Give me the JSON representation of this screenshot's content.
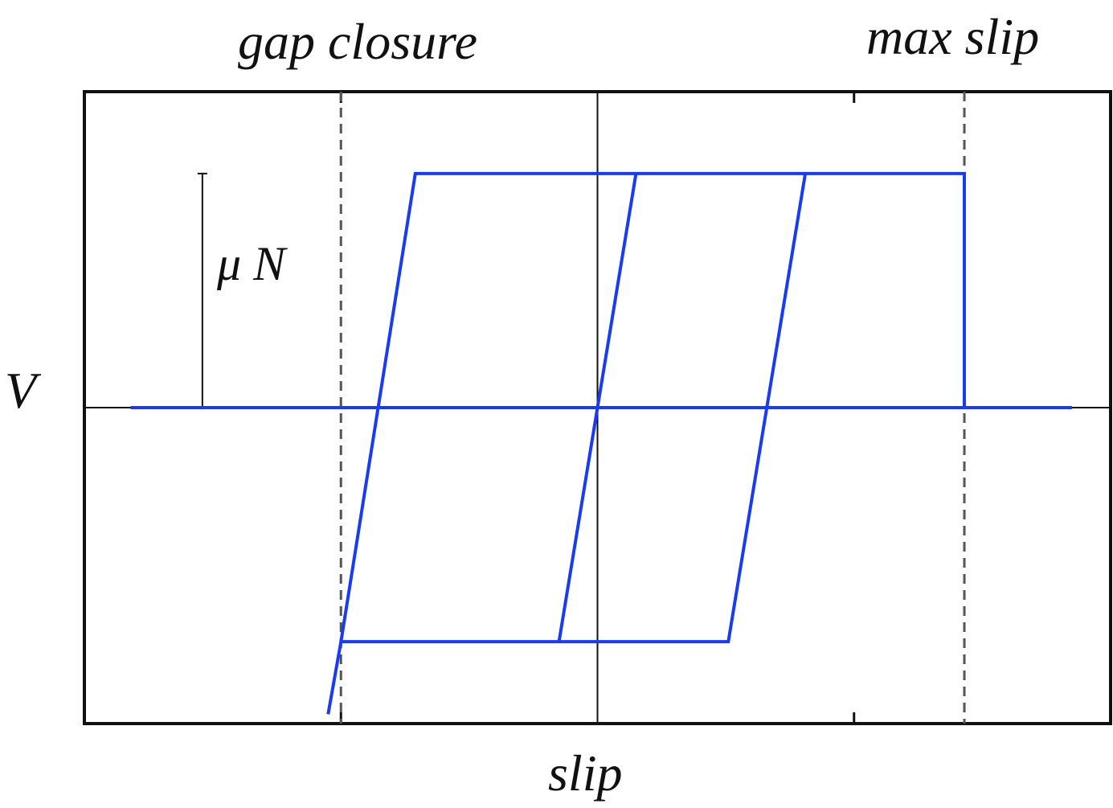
{
  "chart_data": {
    "type": "line",
    "xlabel": "slip",
    "ylabel": "V",
    "annotations": {
      "gap_closure": "gap closure",
      "max_slip": "max slip",
      "friction_limit": "μ N"
    },
    "xlim": [
      -2.0,
      2.0
    ],
    "ylim": [
      -1.35,
      1.35
    ],
    "reference_lines_x": [
      -1.0,
      1.43
    ],
    "friction_limit_value": 1.0,
    "series": [
      {
        "color": "#1a3cf0",
        "points": [
          [
            -1.82,
            0
          ],
          [
            1.43,
            0
          ],
          [
            1.43,
            1.0
          ],
          [
            -0.71,
            1.0
          ],
          [
            -1.0,
            -1.0
          ],
          [
            -0.15,
            -1.0
          ],
          [
            0.15,
            1.0
          ],
          [
            0.81,
            1.0
          ],
          [
            0.51,
            -1.0
          ],
          [
            -1.0,
            -1.0
          ],
          [
            -1.05,
            -1.31
          ]
        ]
      },
      {
        "color": "#1a3cf0",
        "points": [
          [
            1.43,
            0
          ],
          [
            1.85,
            0
          ]
        ]
      }
    ],
    "grid": false,
    "colors": {
      "series": "#1a3cf0",
      "axes": "#111111",
      "reference": "#555555"
    }
  }
}
